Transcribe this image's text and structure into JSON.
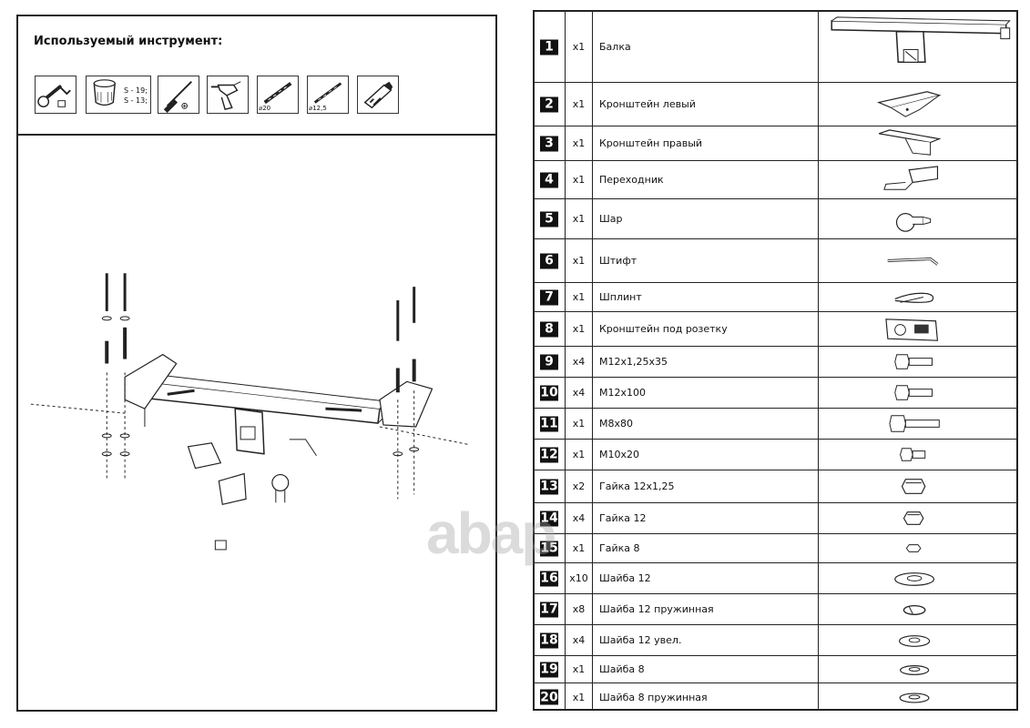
{
  "tools": {
    "title": "Используемый инструмент:",
    "items": [
      {
        "name": "ratchet-wrench-icon"
      },
      {
        "name": "socket-icon",
        "line1": "S - 19;",
        "line2": "S - 13;"
      },
      {
        "name": "screwdriver-icon"
      },
      {
        "name": "drill-icon"
      },
      {
        "name": "drill-bit-20-icon",
        "label": "⌀20"
      },
      {
        "name": "drill-bit-12-icon",
        "label": "⌀12,5"
      },
      {
        "name": "utility-knife-icon"
      }
    ]
  },
  "parts": [
    {
      "num": "1",
      "qty": "x1",
      "name": "Балка",
      "icon": "beam-icon"
    },
    {
      "num": "2",
      "qty": "x1",
      "name": "Кронштейн левый",
      "icon": "left-bracket-icon"
    },
    {
      "num": "3",
      "qty": "x1",
      "name": "Кронштейн правый",
      "icon": "right-bracket-icon"
    },
    {
      "num": "4",
      "qty": "x1",
      "name": "Переходник",
      "icon": "adapter-icon"
    },
    {
      "num": "5",
      "qty": "x1",
      "name": "Шар",
      "icon": "ball-icon"
    },
    {
      "num": "6",
      "qty": "x1",
      "name": "Штифт",
      "icon": "pin-icon"
    },
    {
      "num": "7",
      "qty": "x1",
      "name": "Шплинт",
      "icon": "cotter-pin-icon"
    },
    {
      "num": "8",
      "qty": "x1",
      "name": "Кронштейн под розетку",
      "icon": "socket-bracket-icon"
    },
    {
      "num": "9",
      "qty": "x4",
      "name": "M12x1,25x35",
      "icon": "bolt-icon"
    },
    {
      "num": "10",
      "qty": "x4",
      "name": "M12x100",
      "icon": "bolt-icon"
    },
    {
      "num": "11",
      "qty": "x1",
      "name": "M8x80",
      "icon": "bolt-icon"
    },
    {
      "num": "12",
      "qty": "x1",
      "name": "M10x20",
      "icon": "bolt-icon"
    },
    {
      "num": "13",
      "qty": "x2",
      "name": "Гайка 12x1,25",
      "icon": "nut-icon"
    },
    {
      "num": "14",
      "qty": "x4",
      "name": "Гайка 12",
      "icon": "nut-icon"
    },
    {
      "num": "15",
      "qty": "x1",
      "name": "Гайка 8",
      "icon": "nut-icon"
    },
    {
      "num": "16",
      "qty": "x10",
      "name": "Шайба 12",
      "icon": "washer-icon"
    },
    {
      "num": "17",
      "qty": "x8",
      "name": "Шайба 12 пружинная",
      "icon": "spring-washer-icon"
    },
    {
      "num": "18",
      "qty": "x4",
      "name": "Шайба 12 увел.",
      "icon": "washer-icon"
    },
    {
      "num": "19",
      "qty": "x1",
      "name": "Шайба 8",
      "icon": "washer-icon"
    },
    {
      "num": "20",
      "qty": "x1",
      "name": "Шайба 8 пружинная",
      "icon": "washer-icon"
    }
  ],
  "watermark": "abap"
}
